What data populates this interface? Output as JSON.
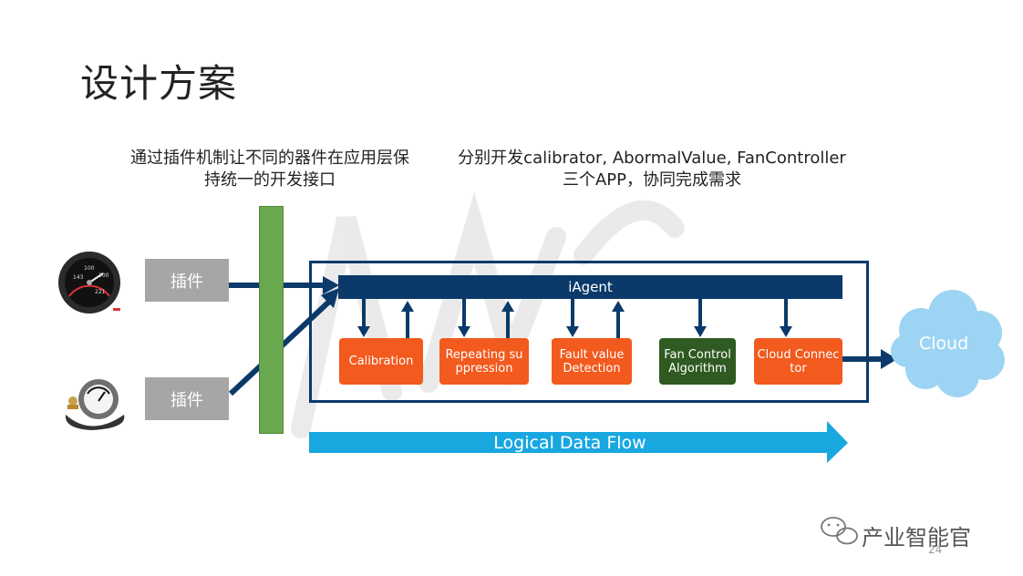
{
  "title": "设计方案",
  "notes": {
    "left": "通过插件机制让不同的器件在应用层保持统一的开发接口",
    "right_line1": "分别开发calibrator, AbormalValue, FanController",
    "right_line2": "三个APP，协同完成需求"
  },
  "plugins": [
    "插件",
    "插件"
  ],
  "iagent": "iAgent",
  "modules": [
    {
      "label": "Calibration"
    },
    {
      "label": "Repeating suppression"
    },
    {
      "label": "Fault value Detection"
    },
    {
      "label": "Fan Control Algorithm"
    },
    {
      "label": "Cloud Connector"
    }
  ],
  "flow_label": "Logical Data Flow",
  "cloud_label": "Cloud",
  "brand": "产业智能官",
  "page_number": "24",
  "gauge_labels": [
    "100",
    "143",
    "200",
    "221"
  ],
  "colors": {
    "navy": "#0b3a6a",
    "orange": "#f25a1e",
    "dark_green": "#2f5a21",
    "bar_green": "#6aa84f",
    "plugin_grey": "#a6a6a6",
    "flow_blue": "#19a7e0",
    "cloud_blue": "#9dd4f4"
  },
  "icons": [
    "pressure-gauge-icon",
    "temperature-gauge-icon",
    "wechat-icon"
  ]
}
